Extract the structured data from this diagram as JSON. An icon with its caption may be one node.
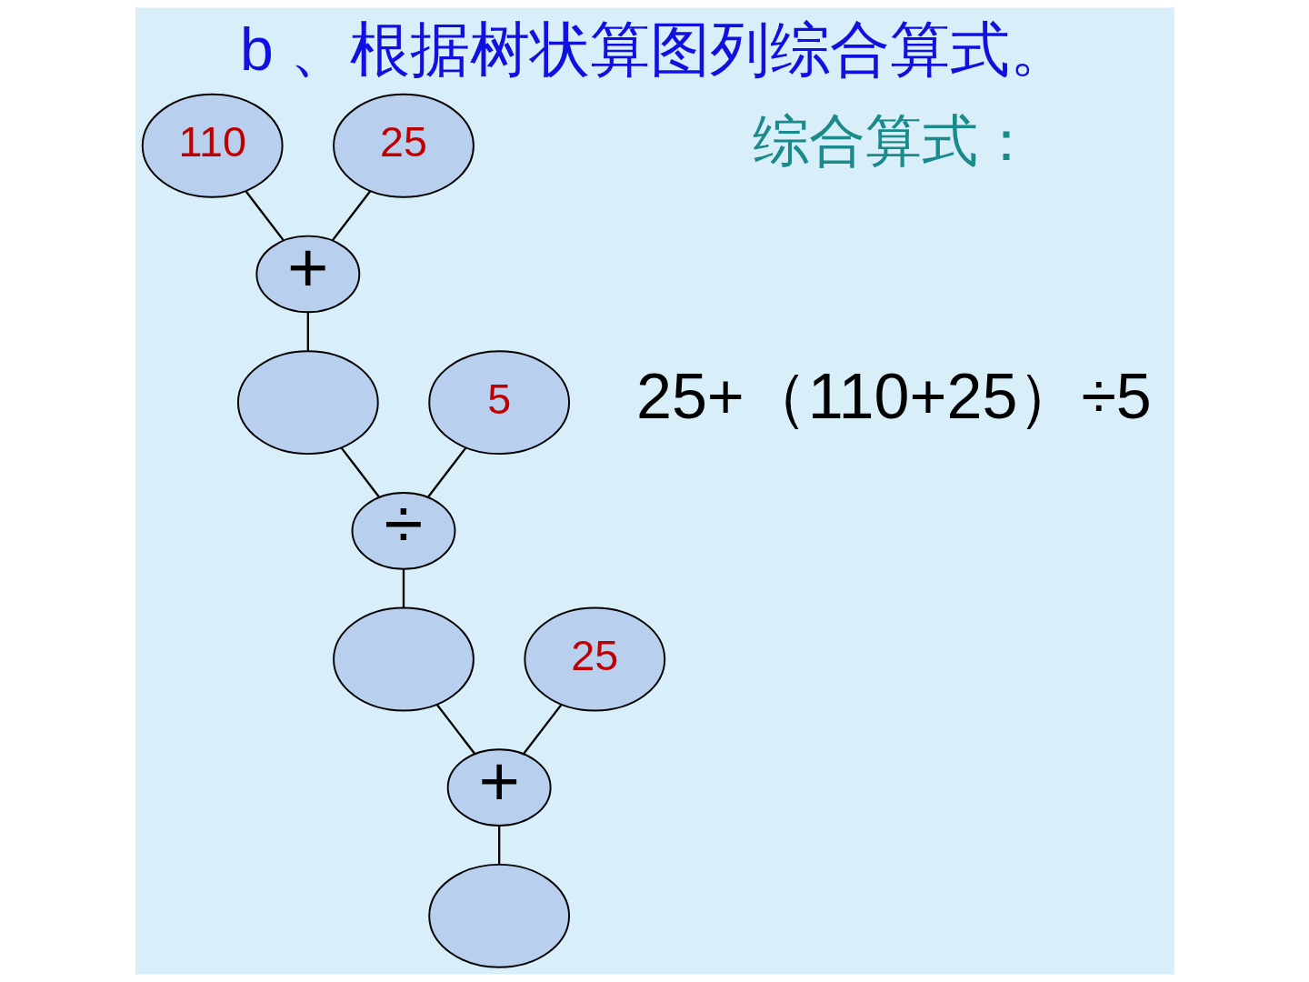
{
  "diagram": {
    "title": "b 、根据树状算图列综合算式。",
    "nodes": [
      {
        "text": [
          "110"
        ]
      },
      {
        "text": [
          "25"
        ]
      },
      {
        "text": [
          "+"
        ]
      },
      {
        "text": [],
        "shape": "ellipse"
      },
      {
        "text": [
          "5"
        ]
      },
      {
        "text": [
          "÷"
        ]
      },
      {
        "text": [
          "25"
        ]
      },
      {
        "text": [],
        "shape": "ellipse"
      },
      {
        "text": [
          "+"
        ]
      },
      {
        "text": [],
        "shape": "ellipse"
      }
    ],
    "edges": [
      {
        "from": 0,
        "to": 2,
        "arrow": "none"
      },
      {
        "from": 1,
        "to": 2,
        "arrow": "none"
      },
      {
        "from": 2,
        "to": 3,
        "arrow": "none"
      },
      {
        "from": 3,
        "to": 5,
        "arrow": "none"
      },
      {
        "from": 4,
        "to": 5,
        "arrow": "none"
      },
      {
        "from": 5,
        "to": 7,
        "arrow": "none"
      },
      {
        "from": 6,
        "to": 8,
        "arrow": "none"
      },
      {
        "from": 7,
        "to": 8,
        "arrow": "none"
      },
      {
        "from": 8,
        "to": 9,
        "arrow": "none"
      }
    ],
    "labels": [
      "综合算式：",
      "25+（110+25）÷5"
    ]
  }
}
